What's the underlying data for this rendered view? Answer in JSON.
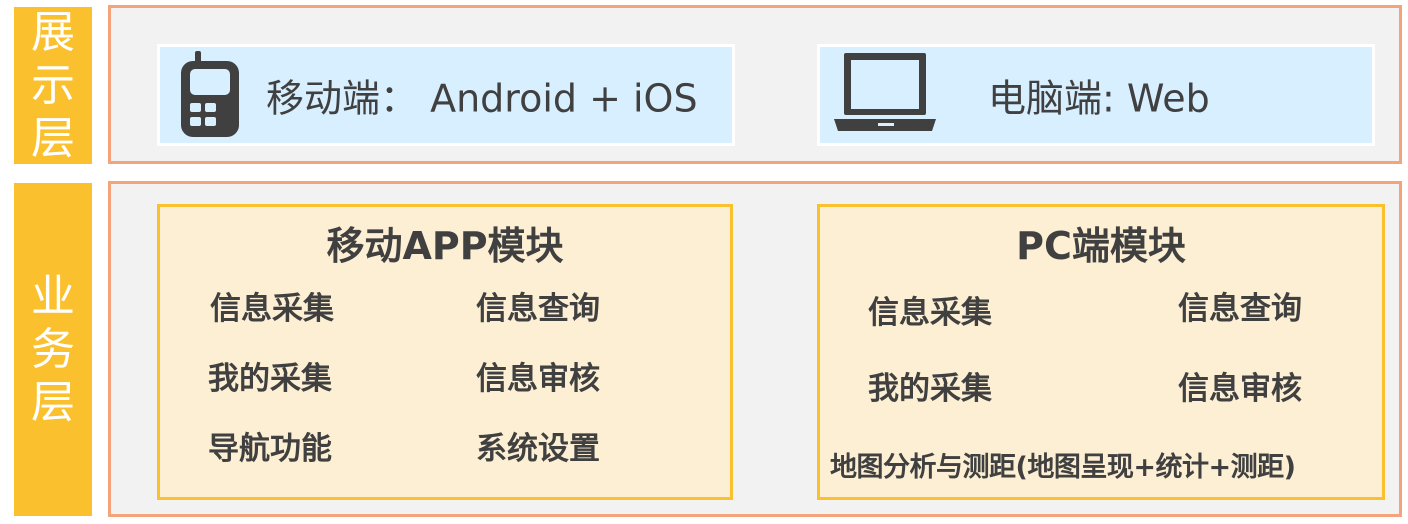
{
  "layers": {
    "presentation": {
      "label": "展示层",
      "clients": {
        "mobile": {
          "icon": "mobile-phone-icon",
          "text": "移动端： Android + iOS"
        },
        "pc": {
          "icon": "laptop-icon",
          "text": "电脑端: Web"
        }
      }
    },
    "business": {
      "label": "业务层",
      "modules": {
        "mobile": {
          "title": "移动APP模块",
          "features": [
            "信息采集",
            "信息查询",
            "我的采集",
            "信息审核",
            "导航功能",
            "系统设置"
          ]
        },
        "pc": {
          "title": "PC端模块",
          "features": [
            "信息采集",
            "信息查询",
            "我的采集",
            "信息审核",
            "地图分析与测距(地图呈现+统计+测距)"
          ]
        }
      }
    }
  },
  "colors": {
    "label_fill": "#fbc02d",
    "frame_border": "#f4a37b",
    "frame_fill": "#f2f2f2",
    "client_fill": "#d7efff",
    "module_fill": "#fcefd3",
    "module_border": "#fbc02d",
    "text": "#404040",
    "icon": "#404040"
  }
}
